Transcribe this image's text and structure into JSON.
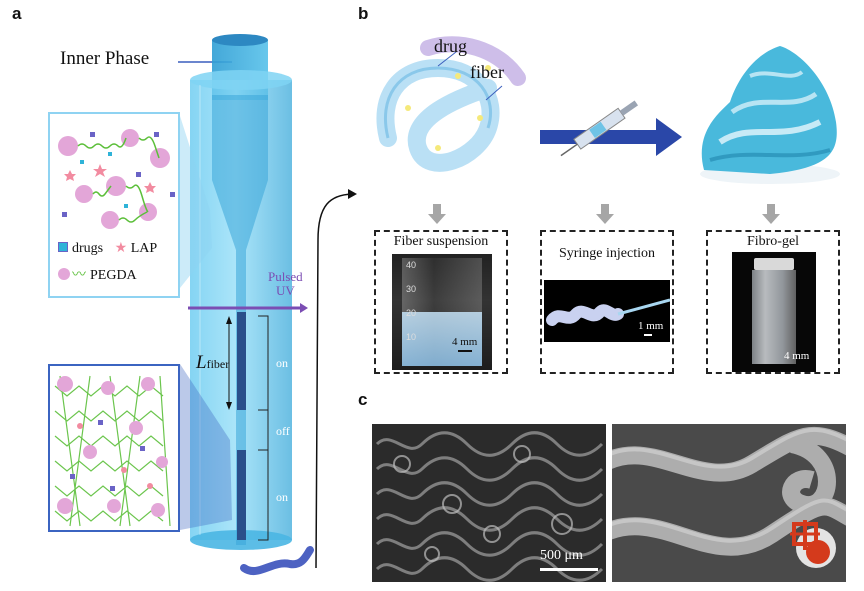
{
  "panels": {
    "a": "a",
    "b": "b",
    "c": "c"
  },
  "panel_a": {
    "inner_phase": "Inner Phase",
    "legend": {
      "drugs": "drugs",
      "lap": "LAP",
      "pegda": "PEGDA"
    },
    "pulsed_uv": [
      "Pulsed",
      "UV"
    ],
    "l_fiber_main": "L",
    "l_fiber_sub": "fiber",
    "on_label_1": "on",
    "off_label": "off",
    "on_label_2": "on"
  },
  "panel_b": {
    "drug_label": "drug",
    "fiber_label": "fiber",
    "fiber_suspension": "Fiber suspension",
    "syringe_injection": "Syringe injection",
    "fibro_gel": "Fibro-gel",
    "beaker_ticks": [
      "40",
      "30",
      "20",
      "10"
    ],
    "scale_4mm_a": "4 mm",
    "scale_1mm": "1 mm",
    "scale_4mm_b": "4 mm"
  },
  "panel_c": {
    "scale_500um": "500 μm"
  },
  "colors": {
    "channel": "#3fb6e4",
    "uv": "#7b4db3",
    "arrow_blue": "#2a47a8",
    "pink": "#e3a6d8",
    "green": "#5cbf3a"
  }
}
